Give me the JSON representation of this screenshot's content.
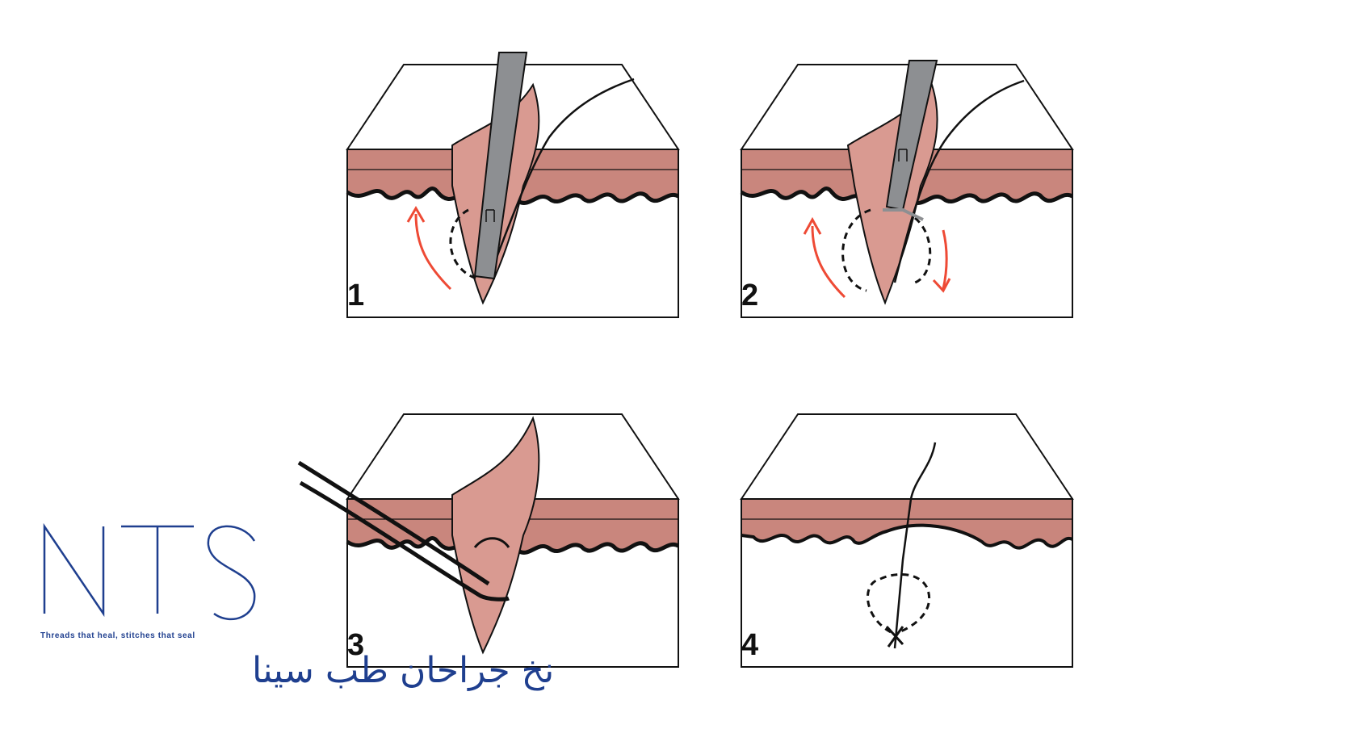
{
  "diagram": {
    "steps": [
      {
        "number": "1"
      },
      {
        "number": "2"
      },
      {
        "number": "3"
      },
      {
        "number": "4"
      }
    ]
  },
  "colors": {
    "skin_layer": "#c9867d",
    "flap": "#d99a91",
    "instrument": "#8d8f92",
    "arrow": "#ee4a35",
    "outline": "#111111",
    "brand": "#1f3f8f"
  },
  "logo": {
    "letters": "NTS",
    "tagline": "Threads that heal, stitches that seal",
    "arabic": "نخ جراحان طب سینا"
  }
}
